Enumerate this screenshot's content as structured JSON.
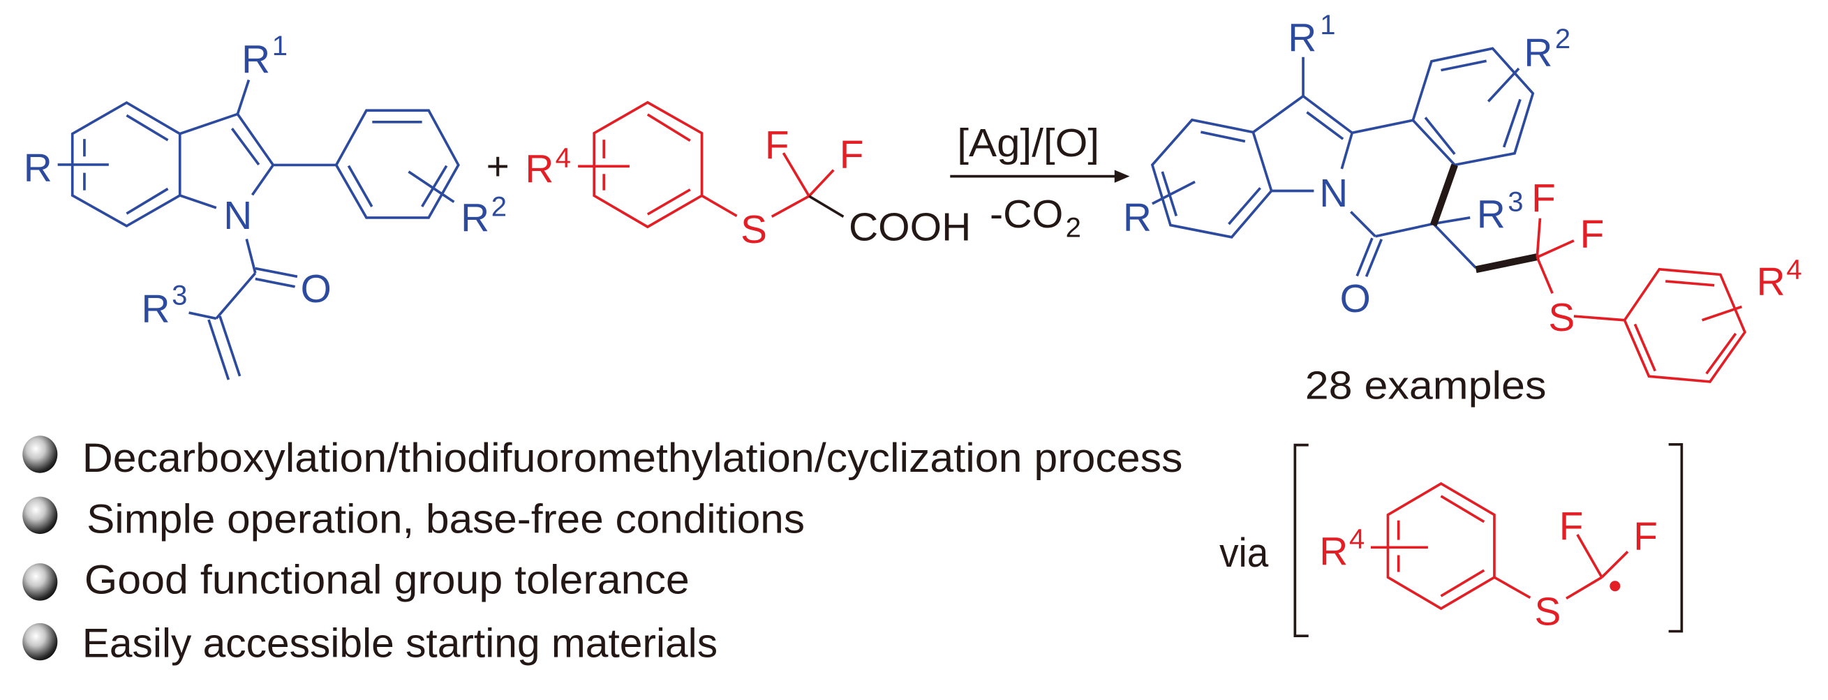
{
  "reactant_indole": {
    "r": "R",
    "r1": "R",
    "r1_sup": "1",
    "r2": "R",
    "r2_sup": "2",
    "r3": "R",
    "r3_sup": "3",
    "n": "N",
    "o": "O"
  },
  "plus": "+",
  "reagent_acid": {
    "r4": "R",
    "r4_sup": "4",
    "s": "S",
    "f1": "F",
    "f2": "F",
    "acid": "COOH"
  },
  "conditions": {
    "above": "[Ag]/[O]",
    "below": "-CO",
    "below_sub": "2"
  },
  "product": {
    "r": "R",
    "r1": "R",
    "r1_sup": "1",
    "r2": "R",
    "r2_sup": "2",
    "r3": "R",
    "r3_sup": "3",
    "r4": "R",
    "r4_sup": "4",
    "n": "N",
    "o": "O",
    "f1": "F",
    "f2": "F",
    "s": "S",
    "scope_note": "28 examples"
  },
  "intermediate": {
    "via": "via",
    "r4": "R",
    "r4_sup": "4",
    "s": "S",
    "f1": "F",
    "f2": "F"
  },
  "features": [
    "Decarboxylation/thiodifuoromethylation/cyclization  process",
    "Simple operation, base-free conditions",
    "Good functional group tolerance",
    "Easily accessible starting materials"
  ],
  "colors": {
    "substrate_blue": "#2d4b9e",
    "reagent_red": "#e31e24",
    "text_black": "#231815"
  }
}
